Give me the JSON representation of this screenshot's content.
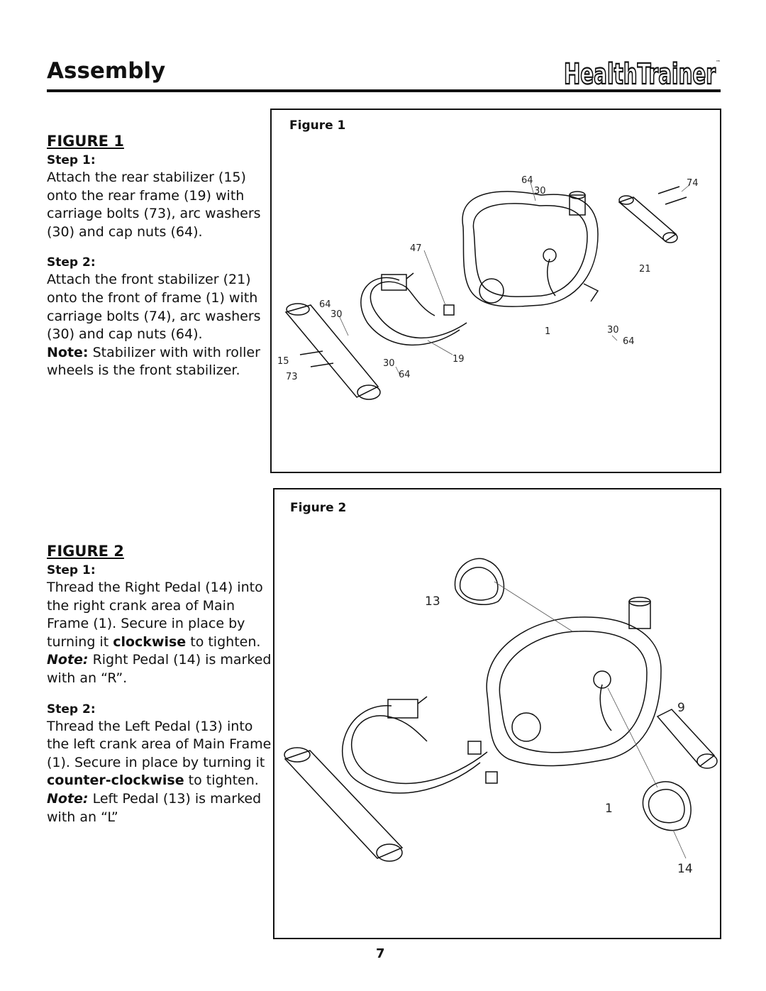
{
  "header": {
    "title": "Assembly",
    "logo_text": "HealthTrainer"
  },
  "figure1": {
    "heading": "FIGURE 1",
    "step1_label": "Step 1:",
    "step1_text": "Attach the rear stabilizer (15) onto the rear frame (19) with carriage bolts (73), arc washers (30) and cap nuts (64).",
    "step2_label": "Step 2:",
    "step2_text": "Attach the front stabilizer (21) onto the front of frame (1) with carriage bolts (74), arc washers (30) and cap nuts (64).",
    "note_label": "Note:",
    "note_text": " Stabilizer with with roller wheels is the front stabilizer.",
    "box_title": "Figure 1",
    "callouts": [
      "64",
      "30",
      "74",
      "47",
      "21",
      "64",
      "30",
      "1",
      "30",
      "64",
      "15",
      "30",
      "19",
      "73",
      "64"
    ]
  },
  "figure2": {
    "heading": "FIGURE 2",
    "step1_label": "Step 1:",
    "step1_text_a": "Thread the Right Pedal (14) into the right crank area of Main Frame (1).  Secure in place by turning it ",
    "step1_bold": "clockwise",
    "step1_text_b": " to tighten.",
    "note1_label": "Note:",
    "note1_text": " Right Pedal (14) is marked with an “R”.",
    "step2_label": "Step 2:",
    "step2_text_a": "Thread the Left Pedal (13) into the left crank area of Main Frame (1).  Secure in place by turning it ",
    "step2_bold": "counter-clockwise",
    "step2_text_b": " to tighten.",
    "note2_label": "Note:",
    "note2_text": " Left Pedal (13) is marked with an “L”",
    "box_title": "Figure 2",
    "callouts": [
      "13",
      "9",
      "1",
      "14"
    ]
  },
  "footer": {
    "page_number": "7"
  }
}
